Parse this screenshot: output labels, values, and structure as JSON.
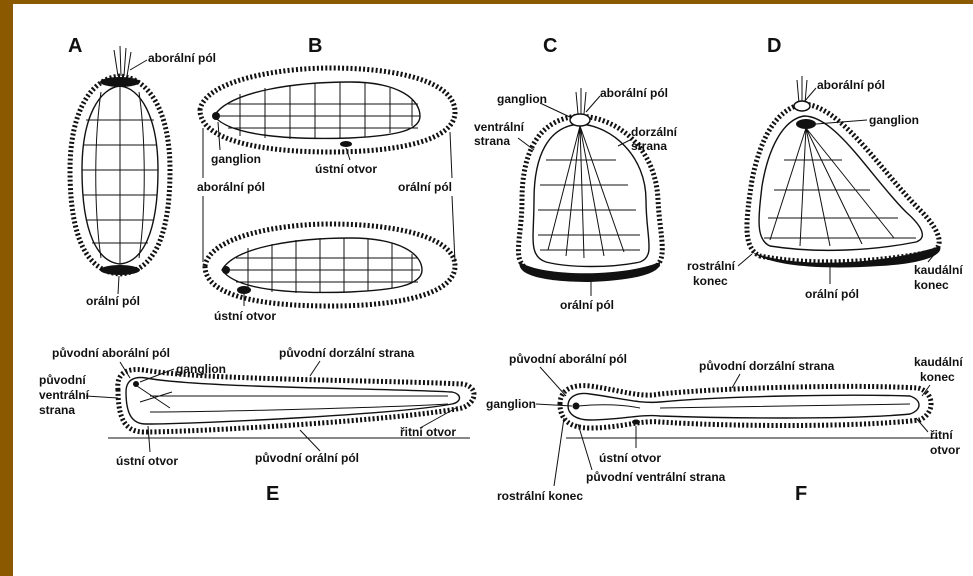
{
  "theme": {
    "frame_color": "#8b5a00",
    "background": "#ffffff",
    "ink": "#111111"
  },
  "panels": {
    "A": {
      "letter": "A",
      "aboral": "aborální pól",
      "oral": "orální pól"
    },
    "B": {
      "letter": "B",
      "ganglion": "ganglion",
      "mouth": "ústní otvor",
      "aboral": "aborální pól",
      "oral": "orální pól",
      "mouth2": "ústní otvor"
    },
    "C": {
      "letter": "C",
      "ganglion": "ganglion",
      "aboral": "aborální pól",
      "ventral_1": "ventrální",
      "ventral_2": "strana",
      "dorsal_1": "dorzální",
      "dorsal_2": "strana",
      "oral": "orální pól"
    },
    "D": {
      "letter": "D",
      "aboral": "aborální pól",
      "ganglion": "ganglion",
      "rostral_1": "rostrální",
      "rostral_2": "konec",
      "oral": "orální pól",
      "caudal_1": "kaudální",
      "caudal_2": "konec"
    },
    "E": {
      "letter": "E",
      "orig_aboral": "původní aborální pól",
      "ganglion": "ganglion",
      "orig_dorsal": "původní dorzální strana",
      "orig_ventral_1": "původní",
      "orig_ventral_2": "ventrální",
      "orig_ventral_3": "strana",
      "anus": "řitní otvor",
      "mouth": "ústní otvor",
      "orig_oral": "původní orální pól"
    },
    "F": {
      "letter": "F",
      "orig_aboral": "původní aborální pól",
      "orig_dorsal": "původní dorzální strana",
      "caudal_1": "kaudální",
      "caudal_2": "konec",
      "ganglion": "ganglion",
      "anus_1": "řitní",
      "anus_2": "otvor",
      "mouth": "ústní otvor",
      "orig_ventral": "původní ventrální strana",
      "rostral": "rostrální konec"
    }
  }
}
